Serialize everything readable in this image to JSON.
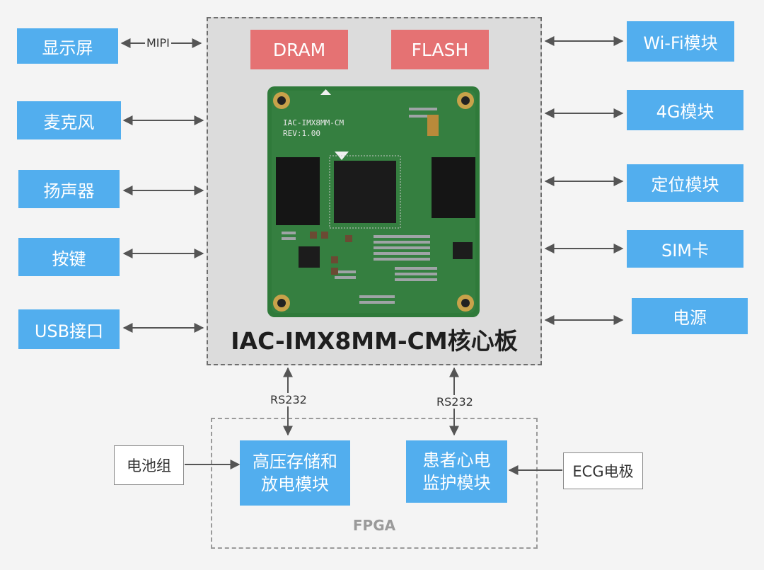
{
  "core": {
    "title": "IAC-IMX8MM-CM核心板",
    "mem_left": "DRAM",
    "mem_right": "FLASH"
  },
  "board": {
    "model": "IAC-IMX8MM-CM",
    "rev": "REV:1.00"
  },
  "left_modules": [
    "显示屏",
    "麦克风",
    "扬声器",
    "按键",
    "USB接口"
  ],
  "right_modules": [
    "Wi-Fi模块",
    "4G模块",
    "定位模块",
    "SIM卡",
    "电源"
  ],
  "links": {
    "display": "MIPI",
    "rs232_left": "RS232",
    "rs232_right": "RS232"
  },
  "fpga": {
    "label": "FPGA",
    "block_left": [
      "高压存储和",
      "放电模块"
    ],
    "block_right": [
      "患者心电",
      "监护模块"
    ]
  },
  "external": {
    "battery": "电池组",
    "ecg": "ECG电极"
  },
  "colors": {
    "module": "#52aeee",
    "memory": "#e57273",
    "pcb": "#2f7a3a"
  }
}
